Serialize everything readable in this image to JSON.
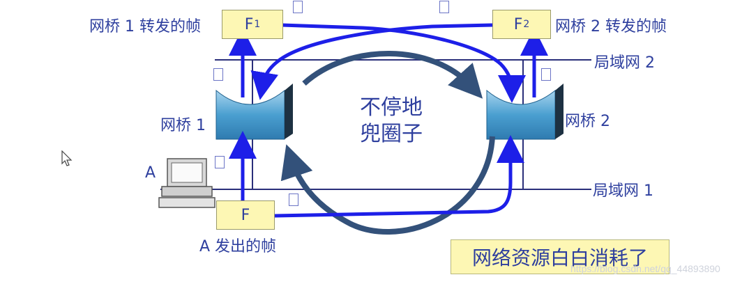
{
  "labels": {
    "bridge1_forward": "网桥 1 转发的帧",
    "bridge2_forward": "网桥 2 转发的帧",
    "lan2": "局域网 2",
    "lan1": "局域网 1",
    "bridge1": "网桥 1",
    "bridge2": "网桥 2",
    "host_a": "A",
    "a_sends": "A 发出的帧",
    "loop_line1": "不停地",
    "loop_line2": "兜圈子",
    "summary": "网络资源白白消耗了"
  },
  "frames": {
    "f_main": "F",
    "f1_main": "F",
    "f1_sub": "1",
    "f2_main": "F",
    "f2_sub": "2"
  },
  "watermark": "https://blog.csdn.net/qq_44893890",
  "colors": {
    "arrow_blue": "#1d1fe8",
    "loop_gray": "#33517a",
    "line_navy": "#2a2f7a",
    "text_blue": "#2e3f9e",
    "box_yellow": "#fdf7b4",
    "bridge_blue": "#4a9fd0"
  }
}
